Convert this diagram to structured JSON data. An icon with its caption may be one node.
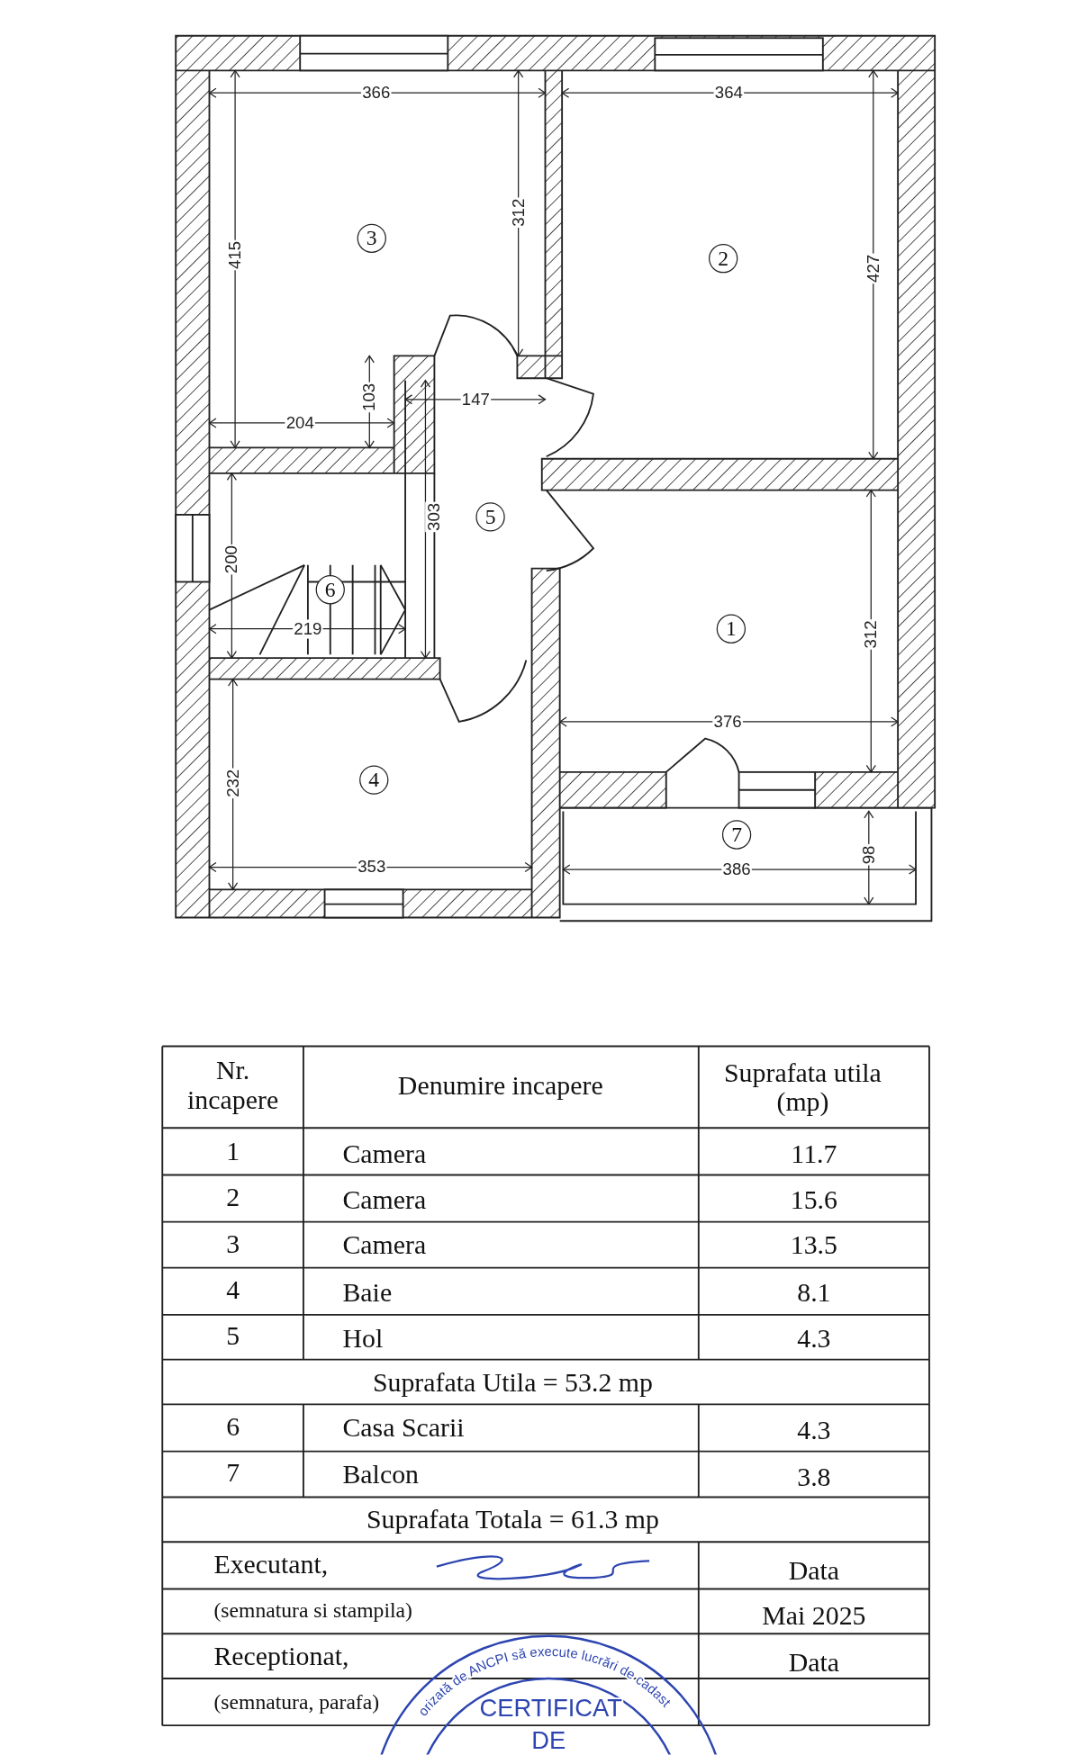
{
  "diagram": {
    "nodes": [
      {
        "text": [
          "3"
        ]
      },
      {
        "text": [
          "2"
        ]
      },
      {
        "text": [
          "5"
        ]
      },
      {
        "text": [
          "6"
        ]
      },
      {
        "text": [
          "1"
        ]
      },
      {
        "text": [
          "4"
        ]
      },
      {
        "text": [
          "7"
        ]
      }
    ],
    "labels": [
      "366",
      "364",
      "312",
      "415",
      "427",
      "103",
      "147",
      "204",
      "303",
      "200",
      "219",
      "312",
      "376",
      "232",
      "98",
      "353",
      "386",
      "Nr. incapere",
      "Denumire incapere",
      "Suprafata utila (mp)",
      "1",
      "Camera",
      "11.7",
      "2",
      "Camera",
      "15.6",
      "3",
      "Camera",
      "13.5",
      "4",
      "Baie",
      "8.1",
      "5",
      "Hol",
      "4.3",
      "Suprafata Utila = 53.2 mp",
      "6",
      "Casa Scarii",
      "4.3",
      "7",
      "Balcon",
      "3.8",
      "Suprafata Totala = 61.3 mp",
      "Executant,",
      "Data",
      "(semnatura si stampila)",
      "Mai 2025",
      "Receptionat,",
      "Data",
      "(semnatura, parafa)",
      "orizată de ANCPI să execute lucrări de cadast",
      "CERTIFICAT",
      "DE"
    ]
  }
}
